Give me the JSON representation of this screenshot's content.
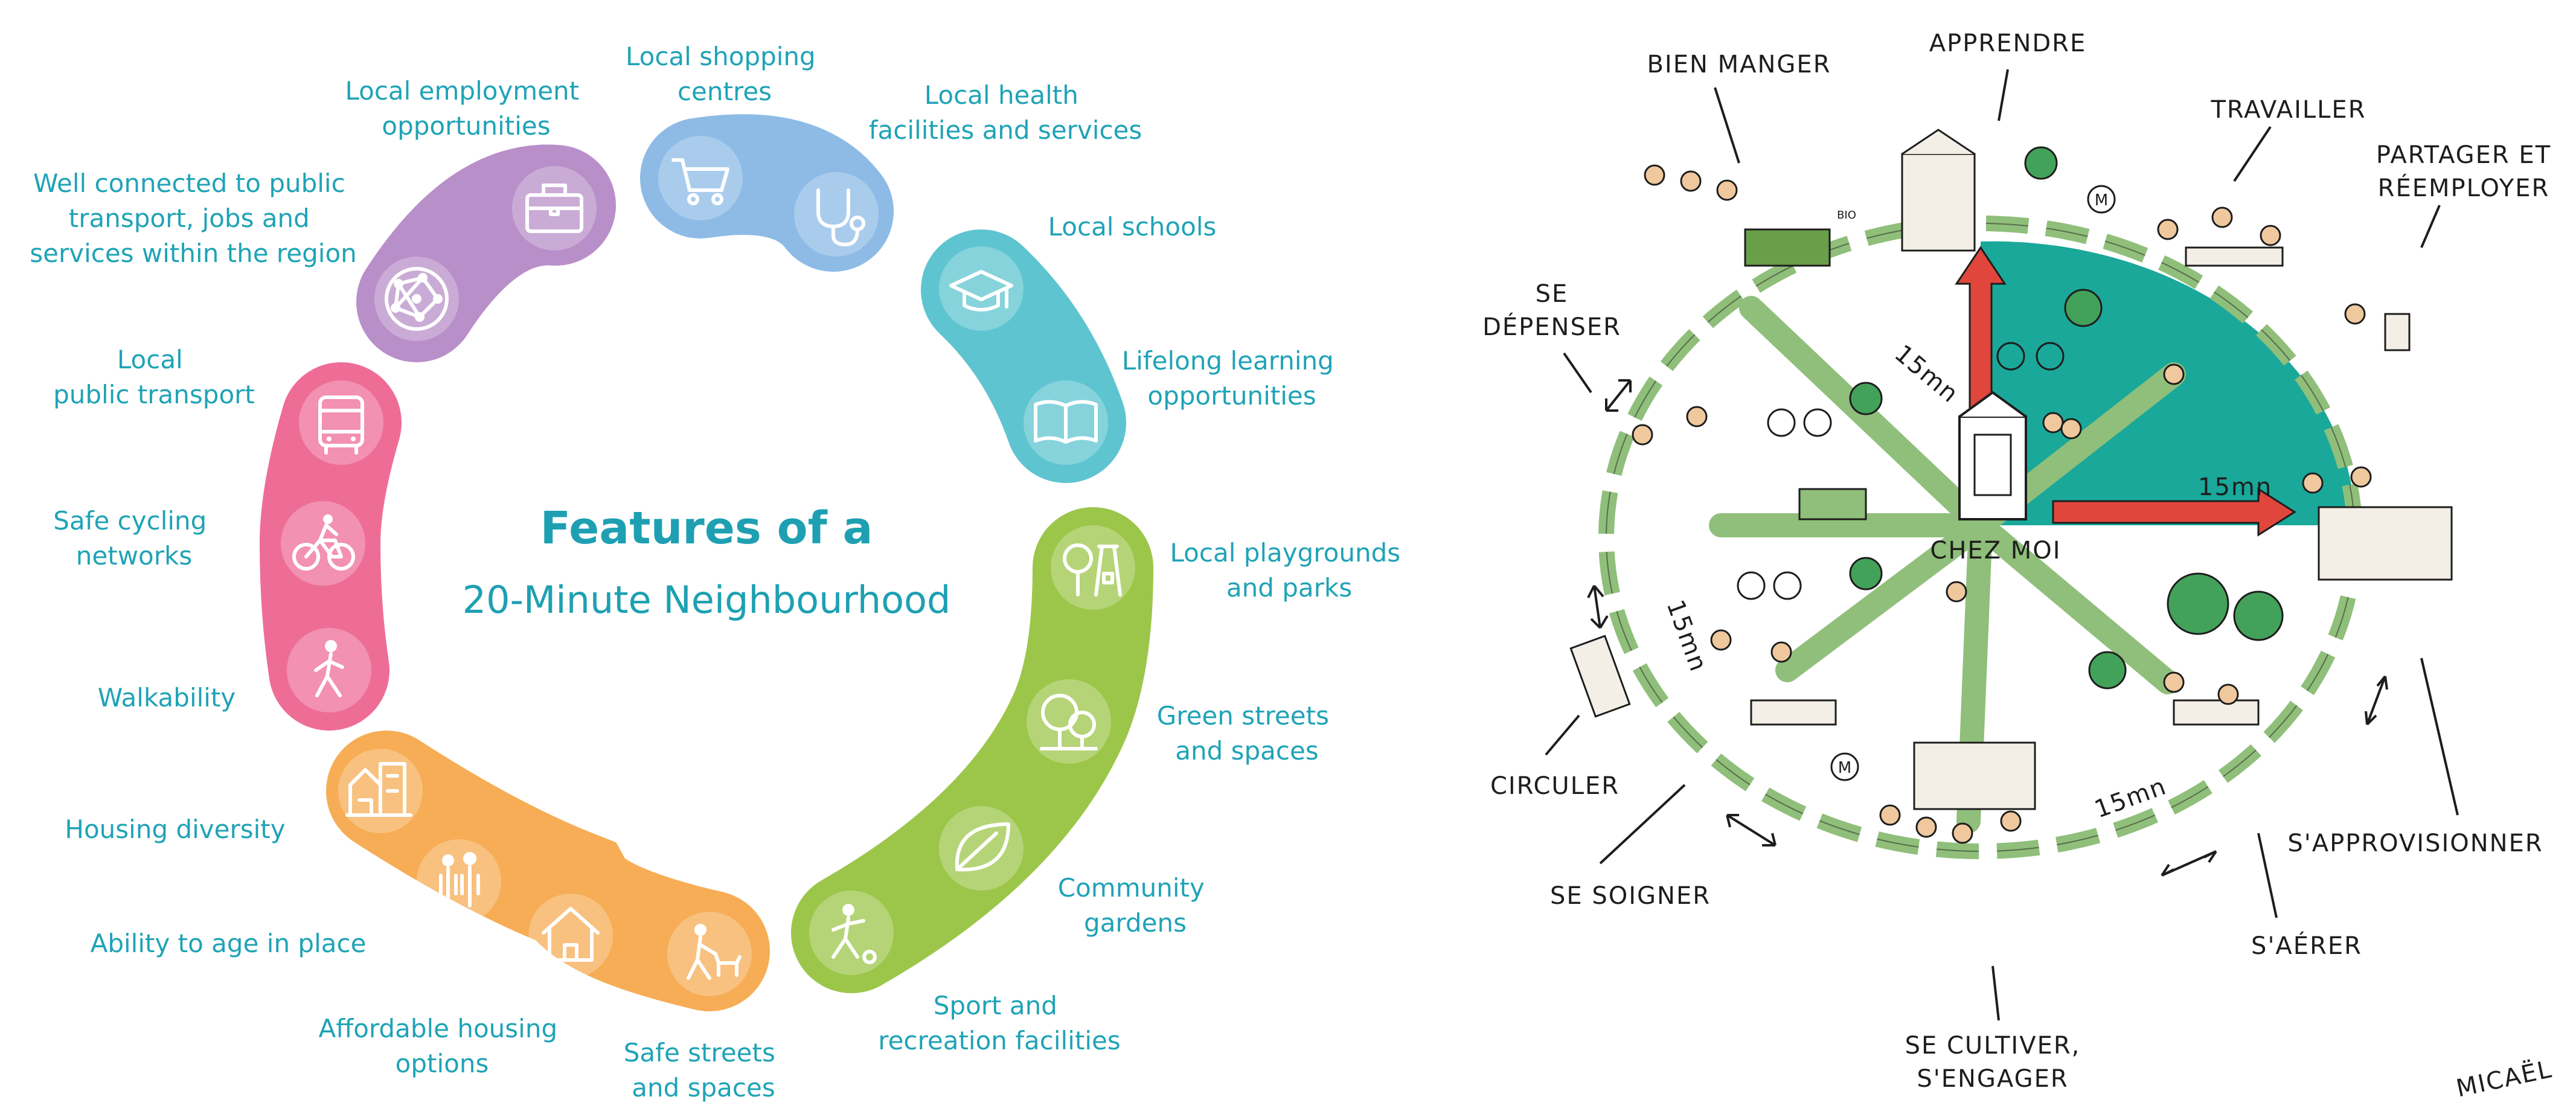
{
  "left_diagram": {
    "title_line1": "Features of a",
    "title_line2": "20-Minute Neighbourhood",
    "colors": {
      "purple": "#b98fc9",
      "blue": "#8dbbe6",
      "teal": "#5ec4d0",
      "green": "#9cc64a",
      "orange": "#f6ad55",
      "pink": "#ee6d97",
      "label": "#1fa3b6"
    },
    "groups": [
      {
        "name": "purple",
        "items": [
          {
            "lines": [
              "Local employment",
              "opportunities"
            ],
            "icon": "briefcase-icon"
          },
          {
            "lines": [
              "Well connected to public",
              "transport, jobs and",
              "services within the region"
            ],
            "icon": "network-icon"
          }
        ]
      },
      {
        "name": "blue",
        "items": [
          {
            "lines": [
              "Local shopping",
              "centres"
            ],
            "icon": "shopping-cart-icon"
          },
          {
            "lines": [
              "Local health",
              "facilities and services"
            ],
            "icon": "stethoscope-icon"
          }
        ]
      },
      {
        "name": "teal",
        "items": [
          {
            "lines": [
              "Local schools"
            ],
            "icon": "graduation-cap-icon"
          },
          {
            "lines": [
              "Lifelong learning",
              "opportunities"
            ],
            "icon": "book-icon"
          }
        ]
      },
      {
        "name": "green",
        "items": [
          {
            "lines": [
              "Local playgrounds",
              "and parks"
            ],
            "icon": "playground-icon"
          },
          {
            "lines": [
              "Green streets",
              "and spaces"
            ],
            "icon": "trees-icon"
          },
          {
            "lines": [
              "Community",
              "gardens"
            ],
            "icon": "leaf-icon"
          },
          {
            "lines": [
              "Sport and",
              "recreation facilities"
            ],
            "icon": "football-player-icon"
          }
        ]
      },
      {
        "name": "orange",
        "items": [
          {
            "lines": [
              "Safe streets",
              "and spaces"
            ],
            "icon": "dog-walker-icon"
          },
          {
            "lines": [
              "Affordable housing",
              "options"
            ],
            "icon": "house-icon"
          },
          {
            "lines": [
              "Ability to age in place"
            ],
            "icon": "family-icon"
          },
          {
            "lines": [
              "Housing diversity"
            ],
            "icon": "housing-icon"
          }
        ]
      },
      {
        "name": "pink",
        "items": [
          {
            "lines": [
              "Walkability"
            ],
            "icon": "pedestrian-icon"
          },
          {
            "lines": [
              "Safe cycling",
              "networks"
            ],
            "icon": "cyclist-icon"
          },
          {
            "lines": [
              "Local",
              "public transport"
            ],
            "icon": "bus-icon"
          }
        ]
      }
    ]
  },
  "right_illustration": {
    "center_label": "CHEZ MOI",
    "distance_label": "15mn",
    "metro_sign": "M",
    "bio_sign": "BIO",
    "signature": "MICAËL",
    "colors": {
      "sector": "#1aa89a",
      "ring": "#8fbf7a",
      "arrow": "#e0463c",
      "ink": "#1d1d1d"
    },
    "labels": {
      "bien_manger": "BIEN MANGER",
      "apprendre": "APPRENDRE",
      "travailler": "TRAVAILLER",
      "partager_1": "PARTAGER ET",
      "partager_2": "RÉEMPLOYER",
      "se_depenser_1": "SE",
      "se_depenser_2": "DÉPENSER",
      "circuler": "CIRCULER",
      "se_soigner": "SE SOIGNER",
      "se_cultiver_1": "SE CULTIVER,",
      "se_cultiver_2": "S'ENGAGER",
      "s_aerer": "S'AÉRER",
      "s_approvisionner": "S'APPROVISIONNER"
    }
  }
}
